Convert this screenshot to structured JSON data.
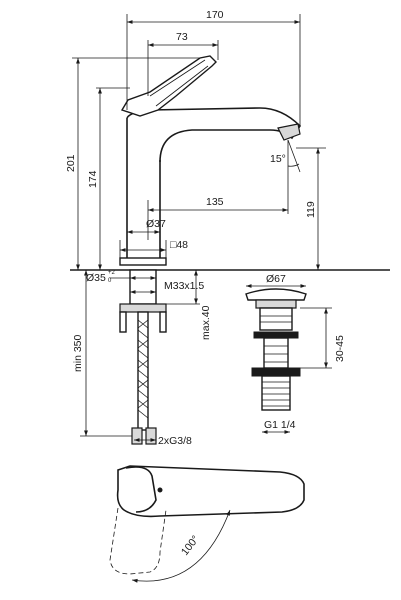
{
  "dimensions": {
    "overall_length": "170",
    "handle_offset": "73",
    "total_height": "201",
    "body_height": "174",
    "swivel_angle": "15°",
    "spout_reach": "135",
    "spout_height": "119",
    "body_diameter": "Ø37",
    "base_square": "□48",
    "hole_diameter": "Ø35",
    "hole_tolerance_plus": "+2",
    "hole_tolerance_minus": "0",
    "thread": "M33x1.5",
    "deck_thickness": "max.40",
    "hose_length": "min 350",
    "hose_connection": "2xG3/8",
    "waste_diameter": "Ø67",
    "waste_range": "30-45",
    "waste_thread": "G1 1/4",
    "handle_rotation": "100°"
  }
}
